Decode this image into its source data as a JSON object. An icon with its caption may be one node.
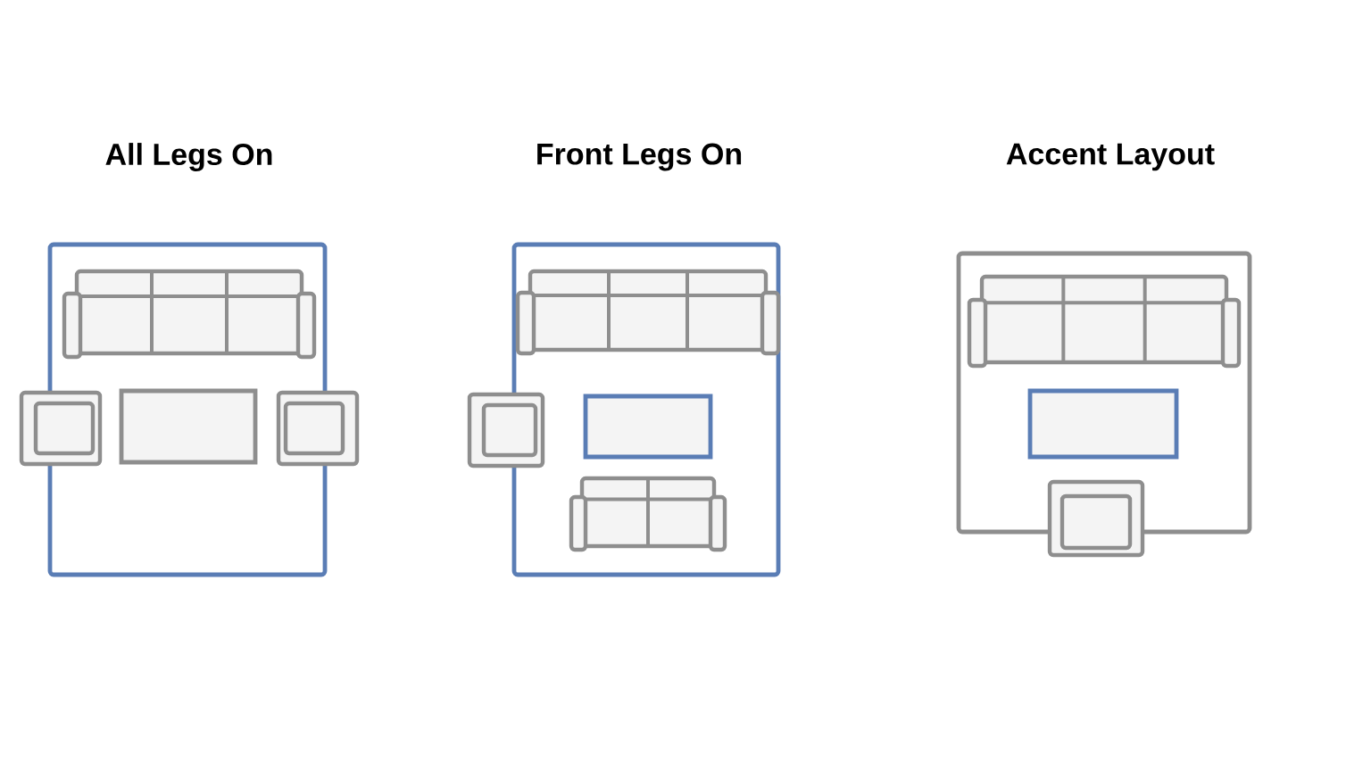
{
  "diagram": {
    "nodes": [
      {
        "text": [
          "All Legs On"
        ]
      },
      {
        "text": [
          "Front Legs On"
        ]
      },
      {
        "text": [
          "Accent Layout"
        ]
      }
    ]
  }
}
